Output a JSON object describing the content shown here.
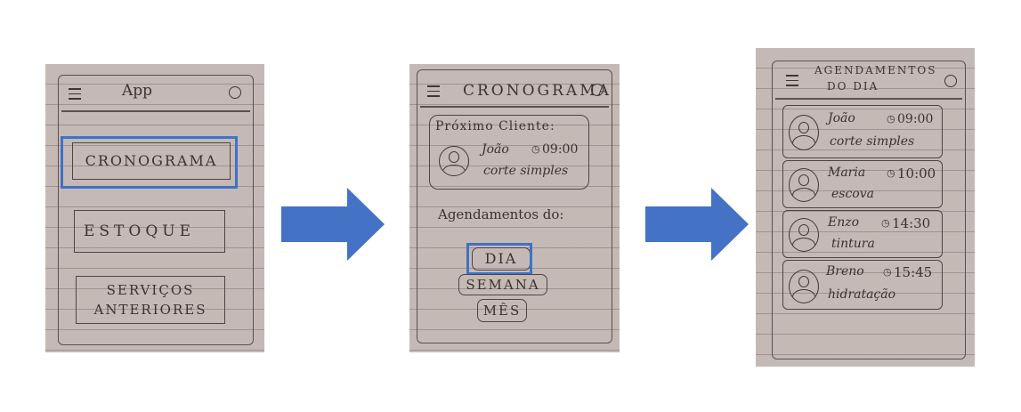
{
  "screen1": {
    "title": "App",
    "buttons": [
      "CRONOGRAMA",
      "ESTOQUE",
      "SERVIÇOS\nANTERIORES"
    ]
  },
  "screen2": {
    "title": "CRONOGRAMA",
    "next_client": {
      "heading": "Próximo Cliente:",
      "name": "João",
      "time": "09:00",
      "service": "corte simples"
    },
    "schedule_label": "Agendamentos do:",
    "options": [
      "DIA",
      "SEMANA",
      "MÊS"
    ]
  },
  "screen3": {
    "title_line1": "AGENDAMENTOS",
    "title_line2": "DO DIA",
    "appointments": [
      {
        "name": "João",
        "time": "09:00",
        "service": "corte simples"
      },
      {
        "name": "Maria",
        "time": "10:00",
        "service": "escova"
      },
      {
        "name": "Enzo",
        "time": "14:30",
        "service": "tintura"
      },
      {
        "name": "Breno",
        "time": "15:45",
        "service": "hidratação"
      }
    ]
  },
  "colors": {
    "highlight": "#3f72c8",
    "arrow": "#4472c4",
    "paper": "#c5b9b6"
  },
  "icons": [
    "hamburger-menu-icon",
    "user-profile-icon",
    "clock-icon",
    "avatar-icon",
    "arrow-right-icon"
  ]
}
